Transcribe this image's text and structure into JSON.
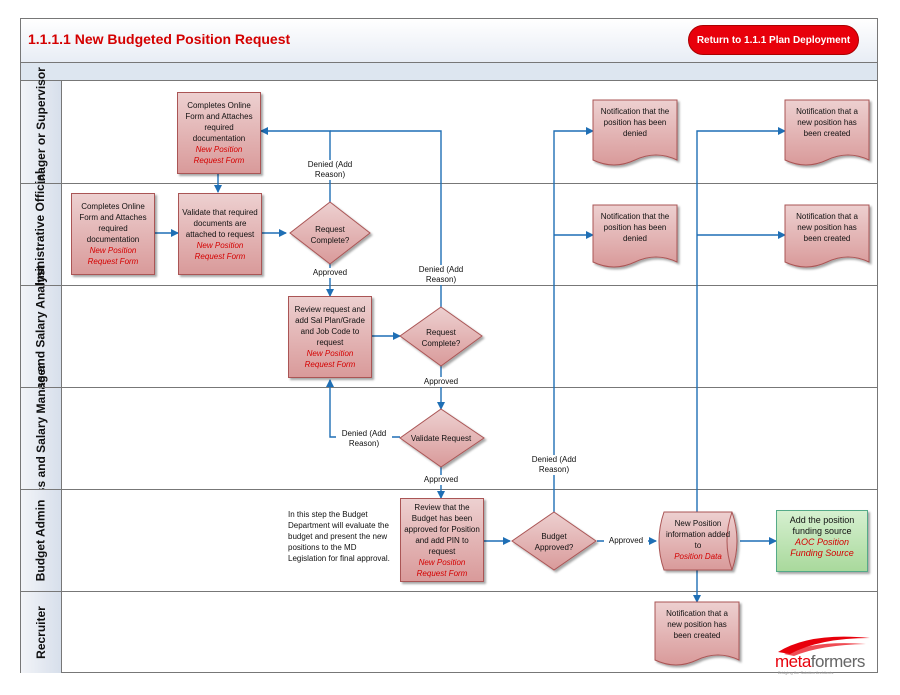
{
  "header": {
    "title": "1.1.1.1 New Budgeted Position Request",
    "return_button": "Return to 1.1.1 Plan Deployment"
  },
  "lanes": [
    {
      "label": "Manager or Supervisor"
    },
    {
      "label": "Administrative Official"
    },
    {
      "label": "Class and Salary Analyst"
    },
    {
      "label": "Class and Salary Manager"
    },
    {
      "label": "Budget Admin"
    },
    {
      "label": "Recruiter"
    }
  ],
  "steps": {
    "mgr_complete": {
      "text": "Completes Online Form and Attaches required documentation",
      "form": "New Position Request Form"
    },
    "admin_complete": {
      "text": "Completes Online Form and Attaches required documentation",
      "form": "New Position Request Form"
    },
    "admin_validate": {
      "text": "Validate that required documents are attached to request",
      "form": "New Position Request Form"
    },
    "analyst_review": {
      "text": "Review request and add Sal Plan/Grade and Job Code to request",
      "form": "New Position Request Form"
    },
    "budget_review": {
      "text": "Review that the Budget has been approved for Position and add PIN to request",
      "form": "New Position Request Form"
    },
    "budget_source": {
      "text": "Add the position funding source",
      "form": "AOC Position Funding Source"
    }
  },
  "decisions": {
    "admin_request_complete": "Request Complete?",
    "analyst_request_complete": "Request Complete?",
    "validate_request": "Validate Request",
    "budget_approved": "Budget Approved?"
  },
  "data_store": {
    "text": "New Position information added to",
    "name": "Position Data"
  },
  "documents": {
    "mgr_denied": "Notification that the position has been denied",
    "mgr_created": "Notification that a new position has been created",
    "admin_denied": "Notification that the position has been denied",
    "admin_created": "Notification that a new position has been created",
    "recruiter_created": "Notification that a new position has been created"
  },
  "flow_labels": {
    "denied_add_reason": "Denied (Add Reason)",
    "approved": "Approved"
  },
  "note": "In this step the Budget Department will evaluate the budget and present the new positions to the MD Legislation for final approval.",
  "logo": {
    "text_meta": "meta",
    "text_formers": "formers",
    "tagline": "Bridging the Solution Architects"
  },
  "colors": {
    "accent": "#e8000b",
    "step_fill": "#d99a9a",
    "source_fill": "#a9d99c",
    "arrow": "#1f6fb5"
  }
}
